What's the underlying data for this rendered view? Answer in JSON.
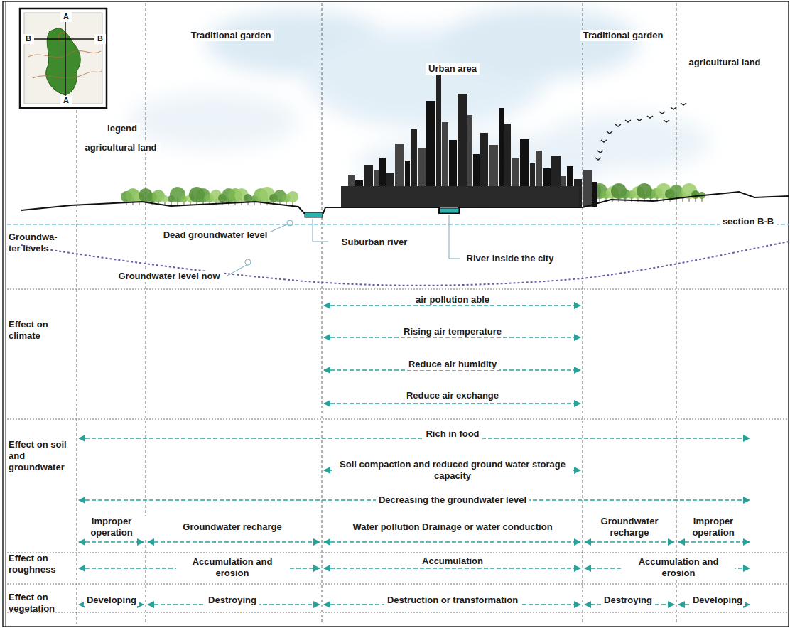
{
  "diagram": {
    "labels": [
      "A",
      "B",
      "B",
      "A",
      "Traditional garden",
      "Urban area",
      "Traditional garden",
      "agricultural land",
      "legend",
      "agricultural land",
      "section B-B",
      "Groundwa- ter levels",
      "Dead groundwater level",
      "Suburban river",
      "River inside the city",
      "Groundwater level now",
      "Effect on climate",
      "air pollution able",
      "Rising air temperature",
      "Reduce air humidity",
      "Reduce air exchange",
      "Effect on soil and groundwater",
      "Rich in food",
      "Soil compaction and reduced ground water storage capacity",
      "Decreasing the groundwater level",
      "Improper operation",
      "Groundwater recharge",
      "Water pollution Drainage or water conduction",
      "Groundwater recharge",
      "Improper operation",
      "Effect on roughness",
      "Accumulation and erosion",
      "Accumulation",
      "Accumulation and erosion",
      "Effect on vegetation",
      "Developing",
      "Destroying",
      "Destruction or transformation",
      "Destroying",
      "Developing"
    ]
  }
}
